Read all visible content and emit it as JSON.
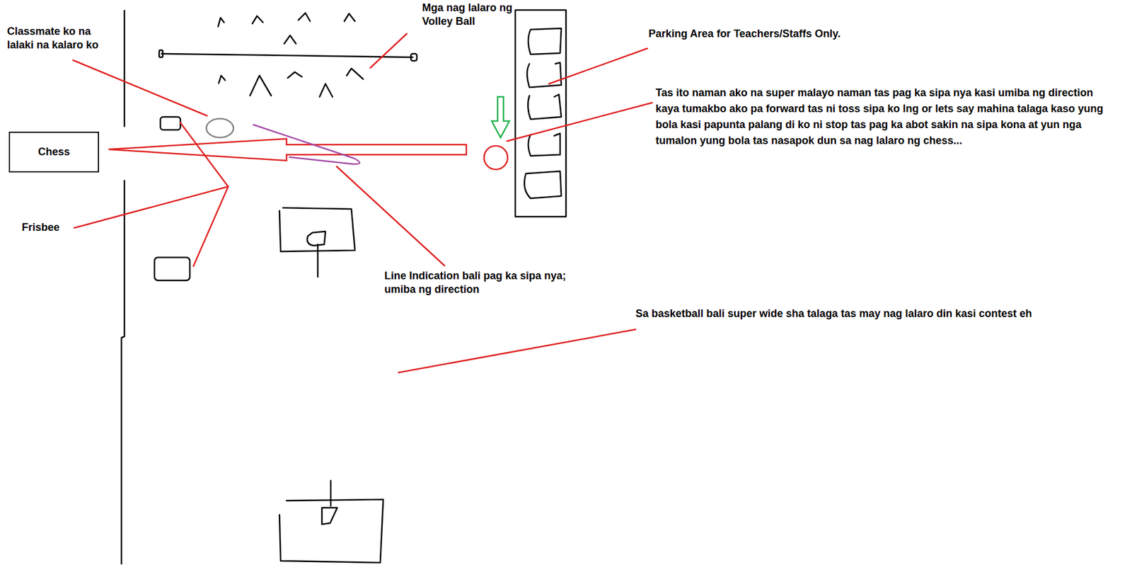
{
  "diagram": {
    "nodes": [
      {
        "text": [
          "Chess"
        ]
      }
    ],
    "edges": [],
    "labels": [
      "Classmate ko na lalaki na kalaro ko",
      "Mga nag lalaro ng Volley Ball",
      "Parking Area for Teachers/Staffs Only.",
      "Tas ito naman ako na super malayo naman tas pag ka sipa nya kasi umiba ng direction kaya tumakbo ako pa forward tas ni toss sipa ko lng or lets say mahina talaga kaso yung bola kasi papunta palang di ko ni stop tas pag ka abot sakin na sipa kona at yun nga tumalon yung bola tas nasapok dun sa nag lalaro ng chess...",
      "Frisbee",
      "Line Indication bali pag ka sipa nya; umiba ng direction",
      "Sa basketball bali super wide sha talaga tas may nag lalaro din kasi contest eh"
    ]
  }
}
